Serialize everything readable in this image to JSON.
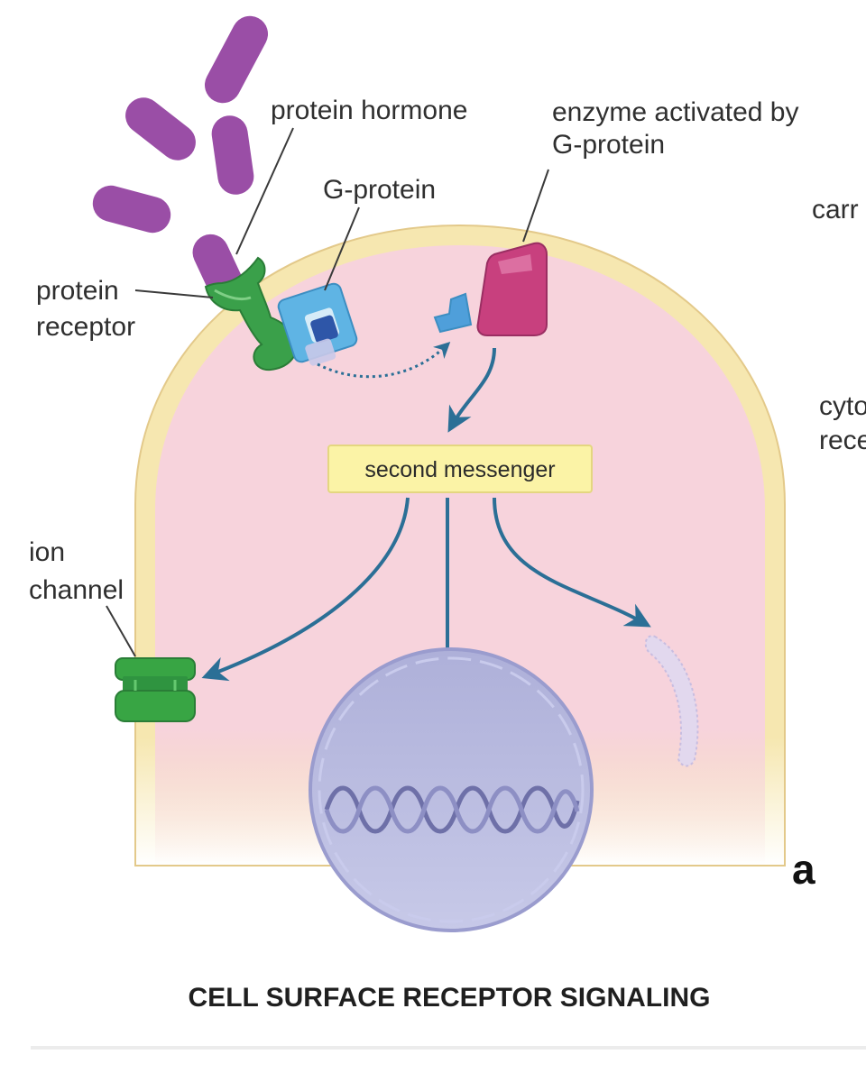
{
  "labels": {
    "protein_hormone": "protein hormone",
    "enzyme_line1": "enzyme activated by",
    "enzyme_line2": "G-protein",
    "g_protein": "G-protein",
    "protein_receptor_line1": "protein",
    "protein_receptor_line2": "receptor",
    "second_messenger": "second messenger",
    "ion_channel_line1": "ion",
    "ion_channel_line2": "channel",
    "cut_carr": "carr",
    "cut_cyto": "cyto",
    "cut_rece": "rece"
  },
  "panel_letter": "a",
  "caption": "CELL SURFACE RECEPTOR SIGNALING",
  "colors": {
    "hormone": "#9a4ea6",
    "receptor": "#3aa04a",
    "g_protein": "#5fb4e4",
    "enzyme": "#c8407e",
    "membrane": "#f6e7b0",
    "cytoplasm": "#f7d3dc",
    "nucleus": "#b7b9df",
    "ion_channel": "#38a544",
    "arrow": "#2b6f96",
    "messenger_box": "#fbf3a6"
  }
}
